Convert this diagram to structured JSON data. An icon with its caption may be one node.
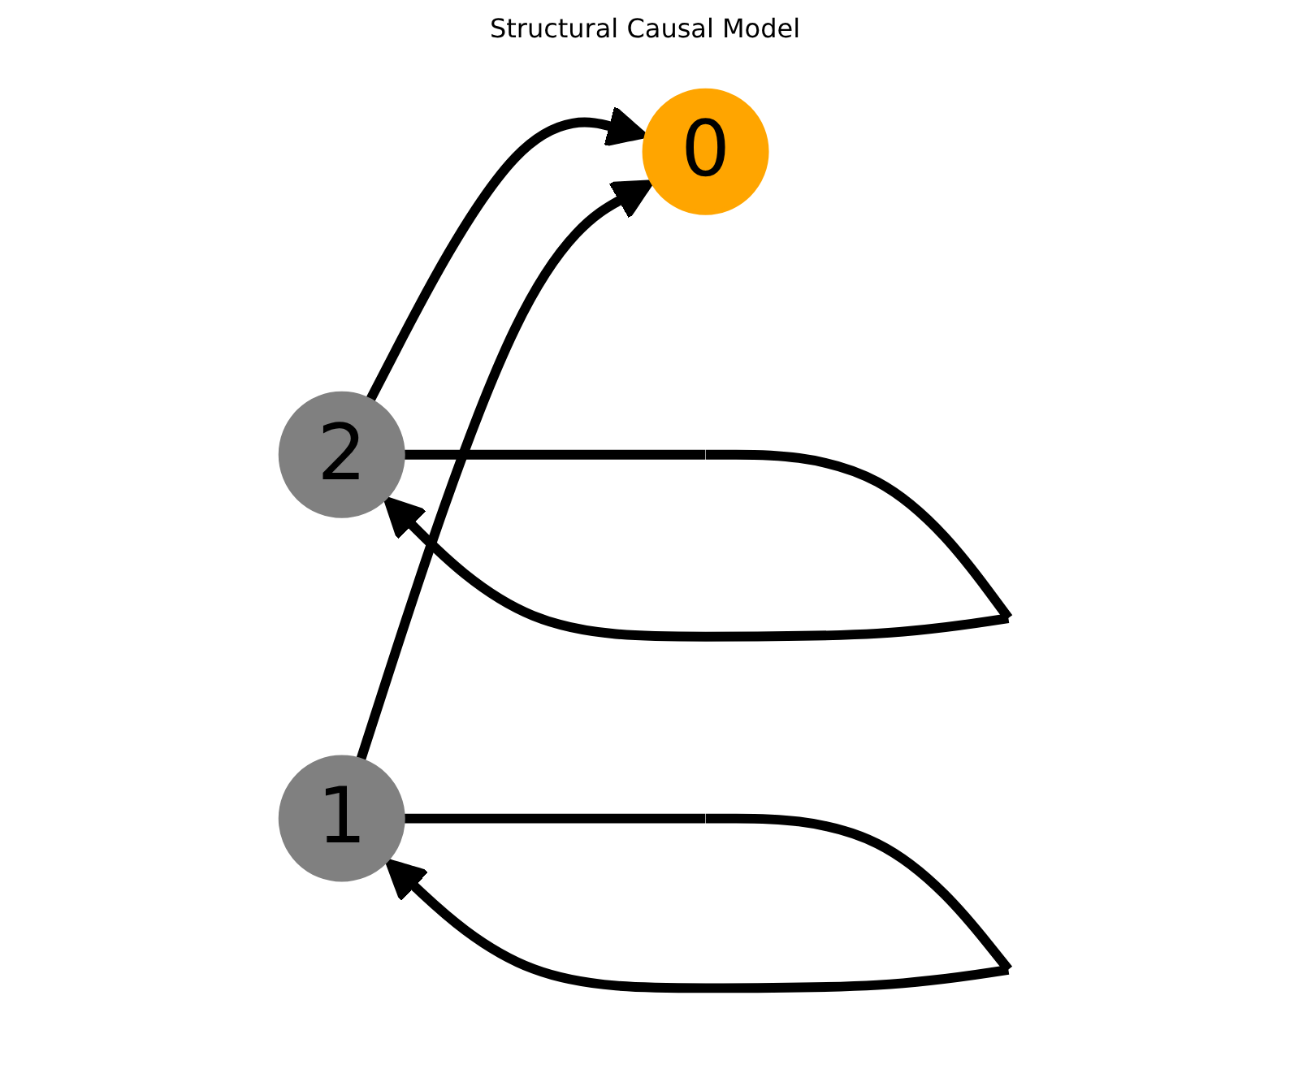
{
  "diagram": {
    "title": "Structural Causal Model",
    "nodes": [
      {
        "text": [
          "2"
        ]
      },
      {
        "text": [
          "0"
        ]
      },
      {
        "text": [
          "1"
        ]
      }
    ],
    "edges": [
      {
        "from": 0,
        "to": 0,
        "arrow": "to"
      },
      {
        "from": 0,
        "to": 1,
        "arrow": "to"
      },
      {
        "from": 2,
        "to": 2,
        "arrow": "to"
      },
      {
        "from": 2,
        "to": 1,
        "arrow": "to"
      }
    ]
  }
}
